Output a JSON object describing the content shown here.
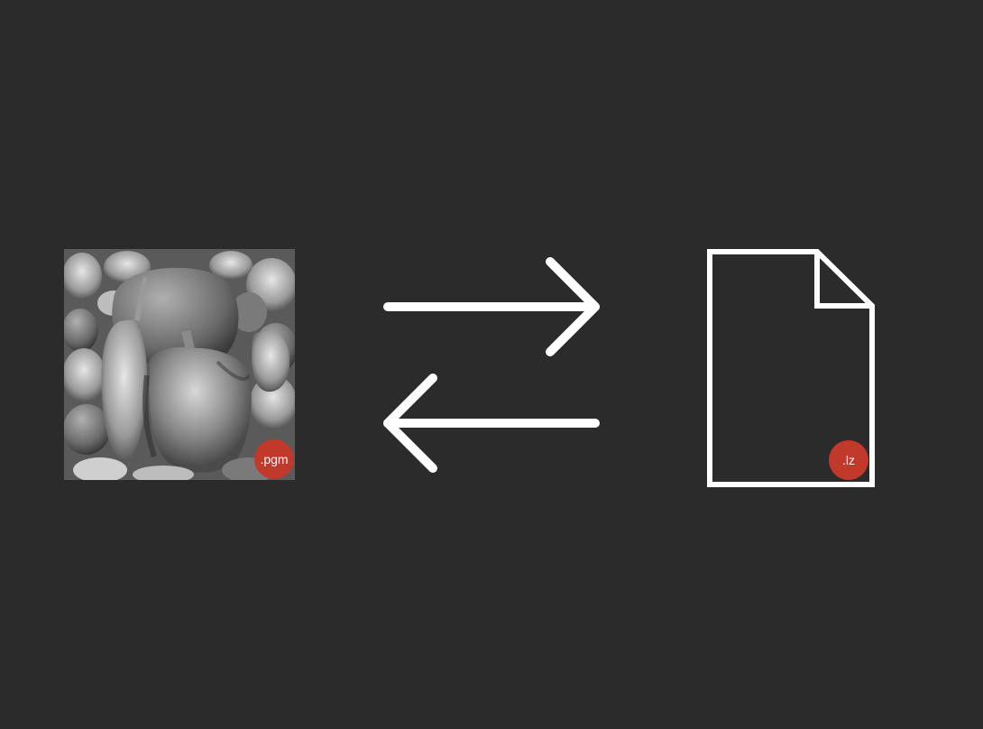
{
  "source": {
    "format_badge": ".pgm",
    "image_icon": "peppers-grayscale-image"
  },
  "target": {
    "format_badge": ".lz",
    "document_icon": "blank-document-icon"
  },
  "arrows": {
    "forward_icon": "arrow-right-icon",
    "backward_icon": "arrow-left-icon"
  },
  "colors": {
    "background": "#2b2b2b",
    "stroke": "#ffffff",
    "badge": "#c0392b"
  }
}
